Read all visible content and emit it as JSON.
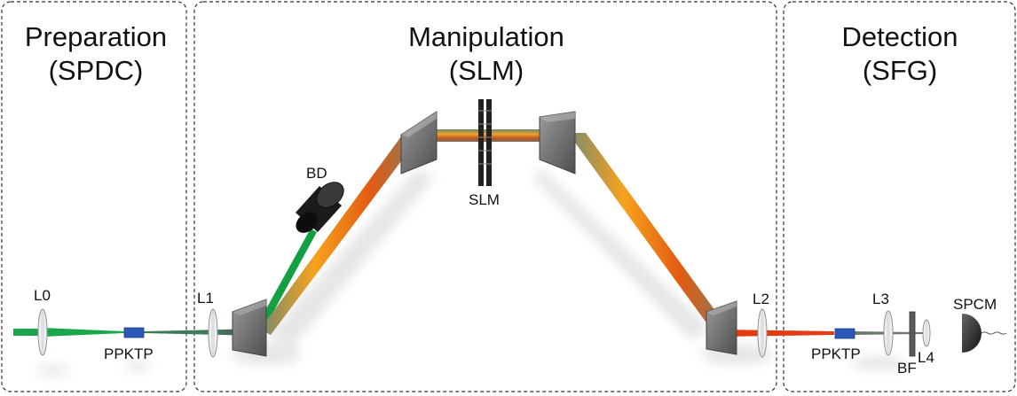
{
  "panels": {
    "preparation": {
      "title": "Preparation",
      "subtitle": "(SPDC)"
    },
    "manipulation": {
      "title": "Manipulation",
      "subtitle": "(SLM)"
    },
    "detection": {
      "title": "Detection",
      "subtitle": "(SFG)"
    }
  },
  "components": {
    "l0": "L0",
    "ppktp_prep": "PPKTP",
    "l1": "L1",
    "bd": "BD",
    "slm": "SLM",
    "l2": "L2",
    "ppktp_det": "PPKTP",
    "l3": "L3",
    "bf": "BF",
    "l4": "L4",
    "spcm": "SPCM"
  },
  "colors": {
    "pump_beam": "#1aa64a",
    "broadband_beam": "#f08a1c",
    "upconverted_beam": "#e23a12",
    "crystal": "#2c59b8",
    "prism": "#6f6f6f",
    "frame": "#333333"
  },
  "icons": [
    "lens-icon",
    "crystal-icon",
    "prism-icon",
    "beam-dump-icon",
    "slm-icon",
    "filter-icon",
    "detector-icon"
  ]
}
